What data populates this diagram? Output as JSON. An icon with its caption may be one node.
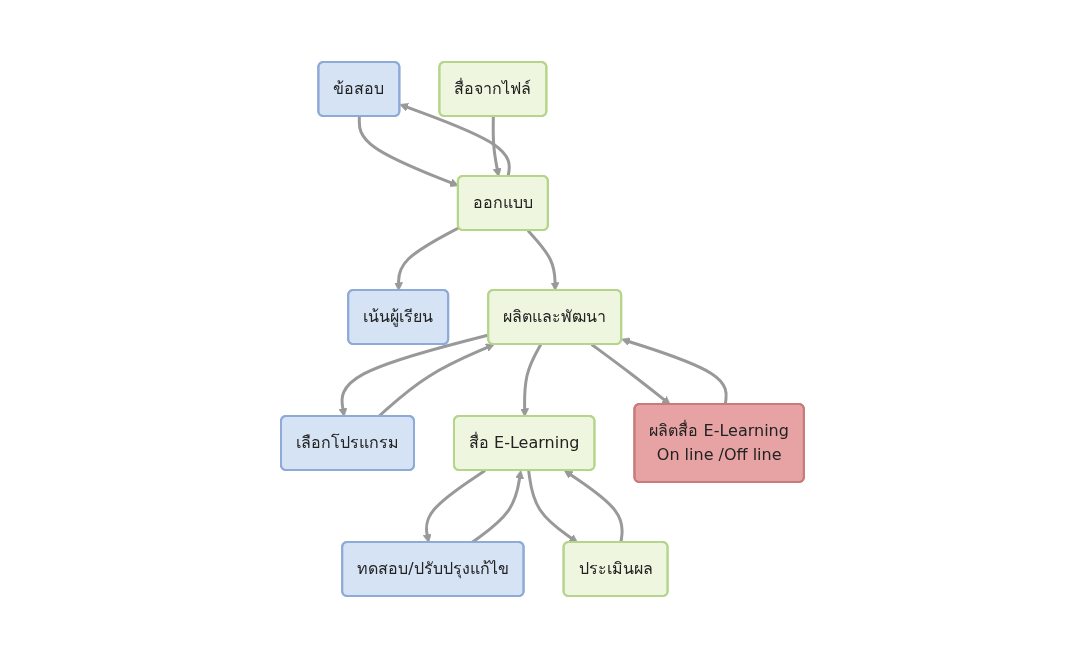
{
  "diagram": {
    "nodes": [
      {
        "text": [
          "เน้นผู้เรียน"
        ]
      },
      {
        "text": [
          "ข้อสอบ"
        ]
      },
      {
        "text": [
          "เลือกโปรแกรม"
        ]
      },
      {
        "text": [
          "ทดสอบ/ปรับปรุงแก้ไข"
        ]
      },
      {
        "text": [
          "ออกแบบ"
        ]
      },
      {
        "text": [
          "ผลิตและพัฒนา"
        ]
      },
      {
        "text": [
          "สื่อ E-Learning"
        ]
      },
      {
        "text": [
          "สื่อจากไฟล์"
        ]
      },
      {
        "text": [
          "ผลิตสื่อ E-Learning",
          "On line /Off line"
        ]
      },
      {
        "text": [
          "ประเมินผล"
        ]
      }
    ],
    "edges": [
      {
        "from": 4,
        "to": 0,
        "arrow": "to"
      },
      {
        "from": 1,
        "to": 4,
        "arrow": "to"
      },
      {
        "from": 4,
        "to": 1,
        "arrow": "to"
      },
      {
        "from": 2,
        "to": 5,
        "arrow": "to"
      },
      {
        "from": 5,
        "to": 2,
        "arrow": "to"
      },
      {
        "from": 3,
        "to": 6,
        "arrow": "to"
      },
      {
        "from": 6,
        "to": 3,
        "arrow": "to"
      },
      {
        "from": 4,
        "to": 5,
        "arrow": "to"
      },
      {
        "from": 5,
        "to": 6,
        "arrow": "to"
      },
      {
        "from": 7,
        "to": 4,
        "arrow": "to"
      },
      {
        "from": 5,
        "to": 8,
        "arrow": "to"
      },
      {
        "from": 8,
        "to": 5,
        "arrow": "to"
      },
      {
        "from": 6,
        "to": 9,
        "arrow": "to"
      },
      {
        "from": 9,
        "to": 6,
        "arrow": "to"
      }
    ]
  }
}
